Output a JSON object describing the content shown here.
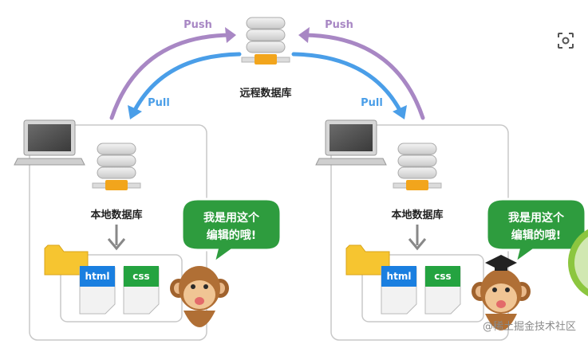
{
  "remote_repo": {
    "label": "远程数据库"
  },
  "arrows": {
    "push_left": "Push",
    "pull_left": "Pull",
    "push_right": "Push",
    "pull_right": "Pull"
  },
  "left_workspace": {
    "local_repo_label": "本地数据库",
    "files": [
      "html",
      "css"
    ],
    "bubble_line1": "我是用这个",
    "bubble_line2": "编辑的哦!"
  },
  "right_workspace": {
    "local_repo_label": "本地数据库",
    "files": [
      "html",
      "css"
    ],
    "bubble_line1": "我是用这个",
    "bubble_line2": "编辑的哦!"
  },
  "watermark": "@稀土掘金技术社区",
  "colors": {
    "push": "#a887c4",
    "pull": "#4a9ee8",
    "bubble": "#2e9c3e",
    "html_tab": "#1a7fe0",
    "css_tab": "#24a340",
    "folder": "#f6c530",
    "db_base": "#f2a51c"
  },
  "icons": {
    "scan": "scan-icon"
  }
}
